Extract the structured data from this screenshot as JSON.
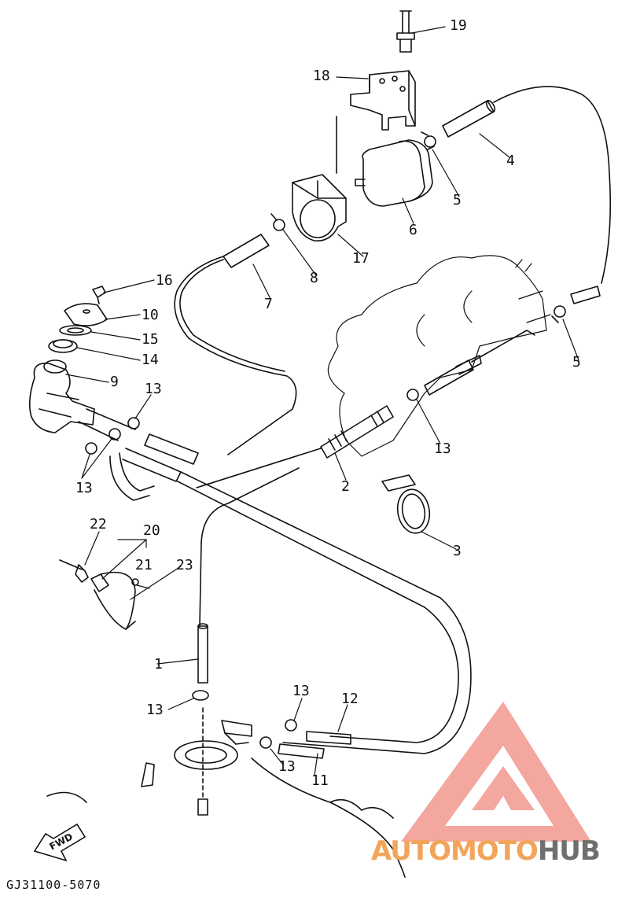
{
  "diagram": {
    "part_labels": [
      "1",
      "2",
      "3",
      "4",
      "5",
      "5",
      "6",
      "7",
      "8",
      "9",
      "10",
      "11",
      "12",
      "13",
      "13",
      "13",
      "13",
      "13",
      "13",
      "14",
      "15",
      "16",
      "17",
      "18",
      "19",
      "20",
      "21",
      "22",
      "23"
    ],
    "diagram_code": "GJ31100-5070",
    "fwd_label": "FWD"
  },
  "watermark": {
    "word_part1": "AUTOMOTO",
    "word_part2": "HUB",
    "accent_color": "#f08a80",
    "text_color_1": "#f2a55a",
    "text_color_2": "#6f6f6f"
  }
}
